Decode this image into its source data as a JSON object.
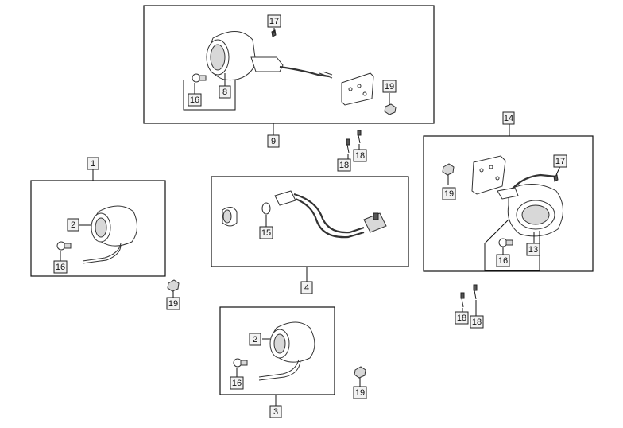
{
  "callouts": [
    {
      "id": "c1",
      "text": "1"
    },
    {
      "id": "c2a",
      "text": "2"
    },
    {
      "id": "c16a",
      "text": "16"
    },
    {
      "id": "c19a",
      "text": "19"
    },
    {
      "id": "c2b",
      "text": "2"
    },
    {
      "id": "c16b",
      "text": "16"
    },
    {
      "id": "c3",
      "text": "3"
    },
    {
      "id": "c19b",
      "text": "19"
    },
    {
      "id": "c4",
      "text": "4"
    },
    {
      "id": "c15",
      "text": "15"
    },
    {
      "id": "c9",
      "text": "9"
    },
    {
      "id": "c17a",
      "text": "17"
    },
    {
      "id": "c16c",
      "text": "16"
    },
    {
      "id": "c8",
      "text": "8"
    },
    {
      "id": "c19c",
      "text": "19"
    },
    {
      "id": "c18a",
      "text": "18"
    },
    {
      "id": "c18b",
      "text": "18"
    },
    {
      "id": "c14",
      "text": "14"
    },
    {
      "id": "c17b",
      "text": "17"
    },
    {
      "id": "c19d",
      "text": "19"
    },
    {
      "id": "c16d",
      "text": "16"
    },
    {
      "id": "c13",
      "text": "13"
    },
    {
      "id": "c18c",
      "text": "18"
    },
    {
      "id": "c18d",
      "text": "18"
    }
  ]
}
